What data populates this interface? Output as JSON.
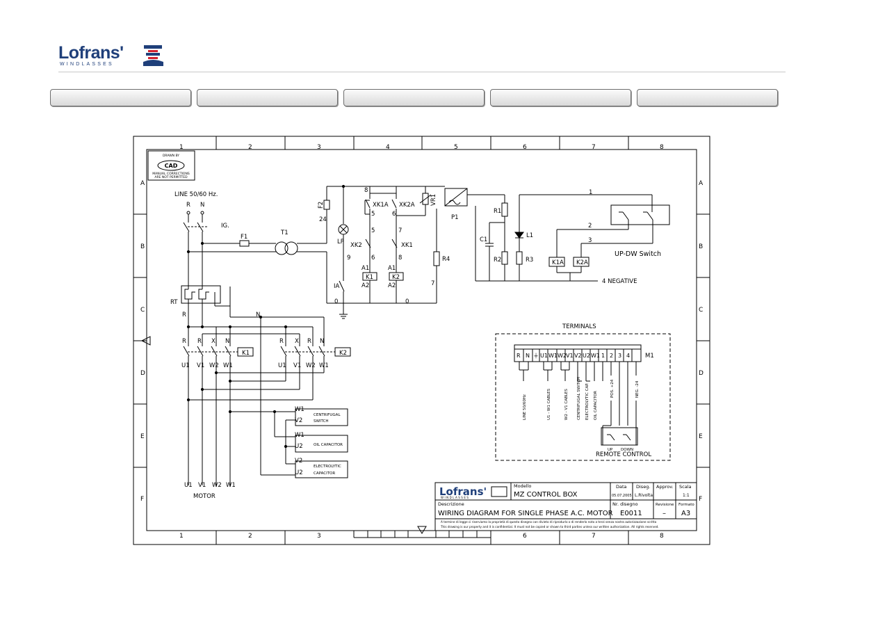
{
  "header": {
    "brand": "Lofrans'",
    "brand_sub": "WINDLASSES",
    "colors": {
      "brand_blue": "#1f3f7a",
      "brand_red": "#d2202f"
    }
  },
  "tabs": [
    {
      "label": ""
    },
    {
      "label": ""
    },
    {
      "label": ""
    },
    {
      "label": ""
    },
    {
      "label": ""
    }
  ],
  "frame": {
    "columns": [
      "1",
      "2",
      "3",
      "4",
      "5",
      "6",
      "7",
      "8"
    ],
    "rows": [
      "A",
      "B",
      "C",
      "D",
      "E",
      "F"
    ]
  },
  "stamp": {
    "line1": "DRAWN BY",
    "logo": "CAD",
    "line2": "MANUAL CORRECTIONS",
    "line3": "ARE NOT PERMITTED"
  },
  "diagram": {
    "line_label": "LINE 50/60 Hz.",
    "R": "R",
    "N": "N",
    "IG": "IG.",
    "F1": "F1",
    "T1": "T1",
    "F2": "F2",
    "n24": "24",
    "LP": "LP",
    "XK2": "XK2",
    "XK1": "XK1",
    "XK1A": "XK1A",
    "XK2A": "XK2A",
    "VR1": "VR1",
    "P1": "P1",
    "R1": "R1",
    "R2": "R2",
    "R3": "R3",
    "R4": "R4",
    "C1": "C1",
    "L1": "L1",
    "IA": "IA",
    "RT": "RT",
    "K1": "K1",
    "K2": "K2",
    "K1A": "K1A",
    "K2A": "K2A",
    "A1": "A1",
    "A2": "A2",
    "X": "X",
    "n0": "0",
    "n1": "1",
    "n2": "2",
    "n3": "3",
    "n5": "5",
    "n6": "6",
    "n7": "7",
    "n8": "8",
    "n9": "9",
    "negative": "4  NEGATIVE",
    "updw": "UP-DW  Switch",
    "U1": "U1",
    "V1": "V1",
    "W1": "W1",
    "W2": "W2",
    "V2": "V2",
    "U2": "U2",
    "centrifugal": "CENTRIFUGAL",
    "switch": "SWITCH",
    "oil": "OIL  CAPACITOR",
    "electrolytic": "ELECTROLYTIC",
    "capacitor": "CAPACITOR",
    "motor": "MOTOR"
  },
  "terminals": {
    "title": "TERMINALS",
    "cells": [
      "R",
      "N",
      "⏚",
      "U1",
      "W1",
      "W2",
      "V1",
      "V2",
      "U2",
      "W1",
      "1",
      "2",
      "3",
      "4"
    ],
    "M1": "M1",
    "labels": [
      "LINE 50/60Hz",
      "U1 - W1 CABLES",
      "W2 - V1 CABLES",
      "CENTRIFUGAL SWITCH",
      "ELECTROLYTIC CAP.",
      "OIL CAPACITOR",
      "POS. +24",
      "NEG. -24"
    ],
    "up": "UP",
    "down": "DOWN",
    "remote": "REMOTE  CONTROL"
  },
  "titleblock": {
    "brand": "Lofrans'",
    "brand_sub": "WINDLASSES",
    "modello_label": "Modello",
    "modello": "MZ CONTROL BOX",
    "data_label": "Data",
    "data": "05.07.2005",
    "diseg_label": "Diseg.",
    "diseg": "L.Rivolta",
    "approv_label": "Approv.",
    "scala_label": "Scala",
    "scala": "1:1",
    "descr_label": "Descrizione",
    "descr": "WIRING DIAGRAM FOR SINGLE PHASE A.C. MOTOR",
    "nr_label": "Nr. disegno",
    "nr": "E0011",
    "rev_label": "Revisione",
    "rev": "–",
    "format_label": "Formato",
    "format": "A3",
    "note1": "A termine di legge ci riserviamo la proprietà di questo disegno con divieto di riprodurlo o di renderlo noto a terzi senza nostra autorizzazione scritta",
    "note2": "This drawing is our property and it is confidential. It must not be copied or shown to third parties unless our written authorization. All rights reserved."
  }
}
